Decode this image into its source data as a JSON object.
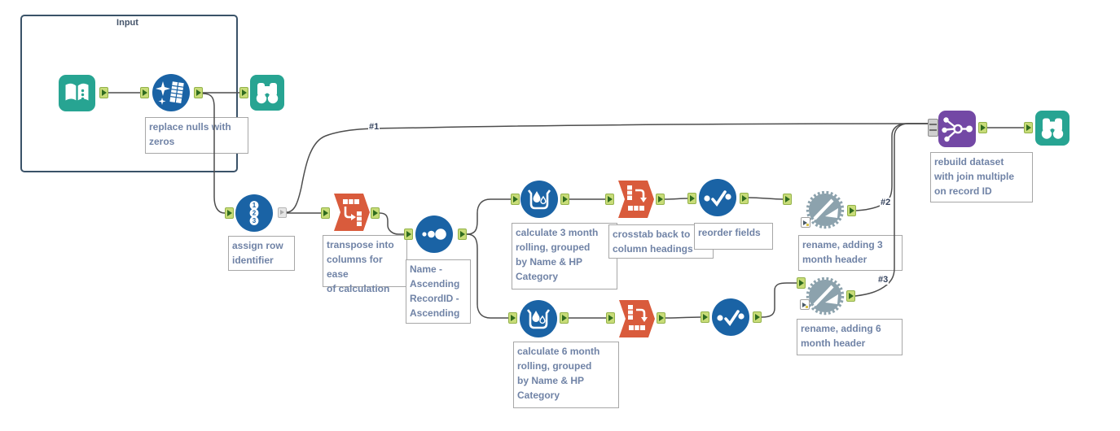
{
  "container": {
    "label": "Input"
  },
  "connection_labels": {
    "n1": "#1",
    "n2": "#2",
    "n3": "#3"
  },
  "annotations": {
    "cleanse": "replace nulls with\nzeros",
    "record_id": "assign row\nidentifier",
    "transpose": "transpose into\ncolumns for ease\nof calculation",
    "sort": "Name -\nAscending\nRecordID -\nAscending",
    "mrf3": "calculate 3 month\nrolling, grouped\nby Name & HP\nCategory",
    "crosstab3": "crosstab back to\ncolumn headings",
    "select3": "reorder fields",
    "rename3": "rename, adding 3\nmonth header",
    "mrf6": "calculate 6 month\nrolling, grouped\nby Name & HP\nCategory",
    "rename6": "rename, adding 6\nmonth header",
    "join": "rebuild dataset\nwith join multiple\non record ID"
  },
  "record_id_icon_digits": {
    "d1": "1",
    "d2": "2",
    "d3": "3"
  },
  "icons": [
    "open-book-icon",
    "cleanse-sparkle-table-icon",
    "binoculars-icon",
    "record-id-123-icon",
    "transpose-icon",
    "sort-dots-icon",
    "multirow-formula-bucket-icon",
    "crosstab-icon",
    "select-checkmark-icon",
    "dynamic-rename-gear-pencil-icon",
    "join-multiple-network-icon"
  ],
  "colors": {
    "teal_tool": "#27A492",
    "blue_tool": "#1A63A5",
    "orange_tool": "#D95B3C",
    "purple_tool": "#7348A5",
    "gear_grey": "#8CA2AD",
    "anchor_green": "#C8DC78",
    "wire": "#4d4d4d",
    "annotation_text": "#7083A6",
    "container_border": "#3A5268"
  }
}
